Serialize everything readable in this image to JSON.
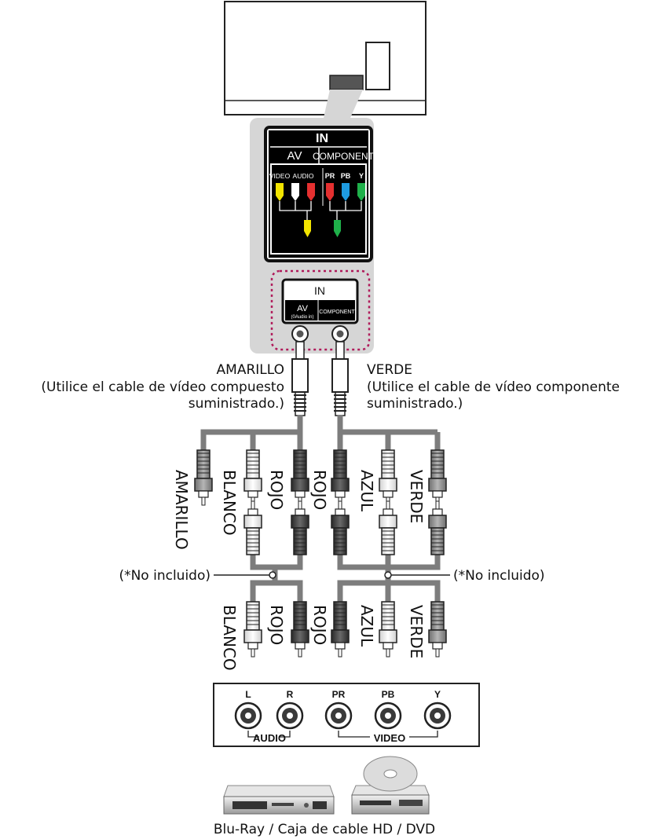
{
  "panel_large": {
    "in": "IN",
    "av": "AV",
    "component": "COMPONENT",
    "video": "VIDEO",
    "audio": "AUDIO",
    "pr": "PR",
    "pb": "PB",
    "y": "Y"
  },
  "panel_small": {
    "in": "IN",
    "av": "AV",
    "av_sub": "(0Audio in)",
    "component": "COMPONENT"
  },
  "cables": {
    "left_title": "AMARILLO",
    "left_line1": "(Utilice el cable de vídeo compuesto",
    "left_line2": "suministrado.)",
    "right_title": "VERDE",
    "right_line1": "(Utilice el cable de vídeo componente",
    "right_line2": "suministrado.)"
  },
  "upper_plugs": [
    "AMARILLO",
    "BLANCO",
    "ROJO",
    "ROJO",
    "AZUL",
    "VERDE"
  ],
  "lower_plugs": [
    "BLANCO",
    "ROJO",
    "ROJO",
    "AZUL",
    "VERDE"
  ],
  "not_included_left": "(*No incluido)",
  "not_included_right": "(*No incluido)",
  "device_panel": {
    "jacks": [
      "L",
      "R",
      "PR",
      "PB",
      "Y"
    ],
    "audio_group": "AUDIO",
    "video_group": "VIDEO"
  },
  "devices_caption": "Blu-Ray / Caja de cable HD / DVD"
}
